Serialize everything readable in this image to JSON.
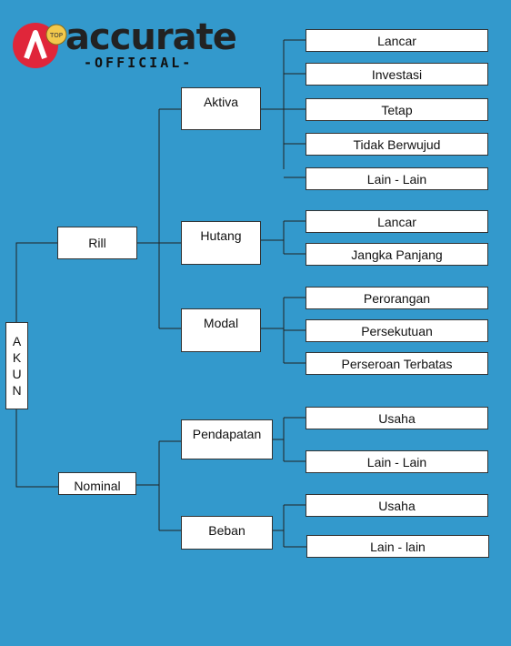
{
  "logo": {
    "brand": "accurate",
    "tagline": "-OFFICIAL-",
    "badge": "TOP",
    "colors": {
      "mark": "#e0263a",
      "text": "#222222"
    }
  },
  "root": {
    "label": "AKUN",
    "letters": [
      "A",
      "K",
      "U",
      "N"
    ]
  },
  "nodes": {
    "rill": "Rill",
    "nominal": "Nominal",
    "aktiva": "Aktiva",
    "hutang": "Hutang",
    "modal": "Modal",
    "pendapatan": "Pendapatan",
    "beban": "Beban"
  },
  "leaves": {
    "aktiva": [
      "Lancar",
      "Investasi",
      "Tetap",
      "Tidak Berwujud",
      "Lain - Lain"
    ],
    "hutang": [
      "Lancar",
      "Jangka Panjang"
    ],
    "modal": [
      "Perorangan",
      "Persekutuan",
      "Perseroan Terbatas"
    ],
    "pendapatan": [
      "Usaha",
      "Lain - Lain"
    ],
    "beban": [
      "Usaha",
      "Lain - lain"
    ]
  },
  "colors": {
    "background": "#3399cc",
    "box": "#ffffff",
    "line": "#222222"
  }
}
